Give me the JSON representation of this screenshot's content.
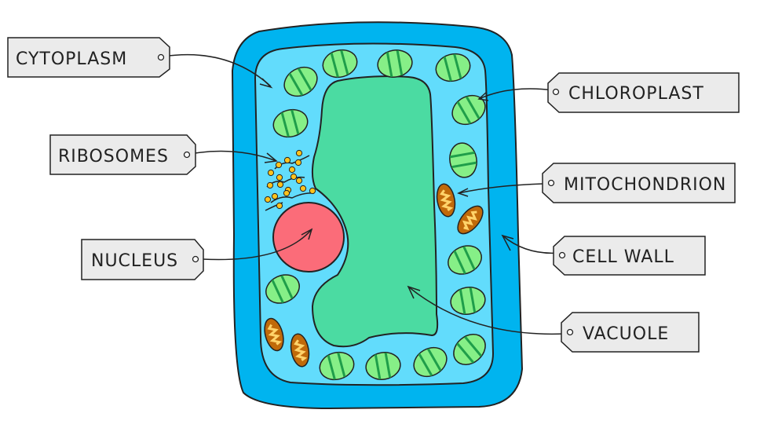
{
  "title": "Plant cell diagram",
  "colors": {
    "cell_wall": "#00b4ef",
    "cytoplasm": "#62dcfc",
    "vacuole": "#4bdba2",
    "nucleus": "#fb6c79",
    "chloroplast": "#86ef87",
    "chloroplast_stripe": "#1f9e4a",
    "mitochondrion": "#c06a0a",
    "mitochondrion_inner": "#ffd36a",
    "ribosome": "#ffc21c",
    "label_bg": "#ebebeb",
    "outline": "#222222"
  },
  "labels": {
    "cytoplasm": "CYTOPLASM",
    "ribosomes": "RIBOSOMES",
    "nucleus": "NUCLEUS",
    "chloroplast": "CHLOROPLAST",
    "mitochondrion": "MITOCHONDRION",
    "cell_wall": "CELL WALL",
    "vacuole": "VACUOLE"
  }
}
